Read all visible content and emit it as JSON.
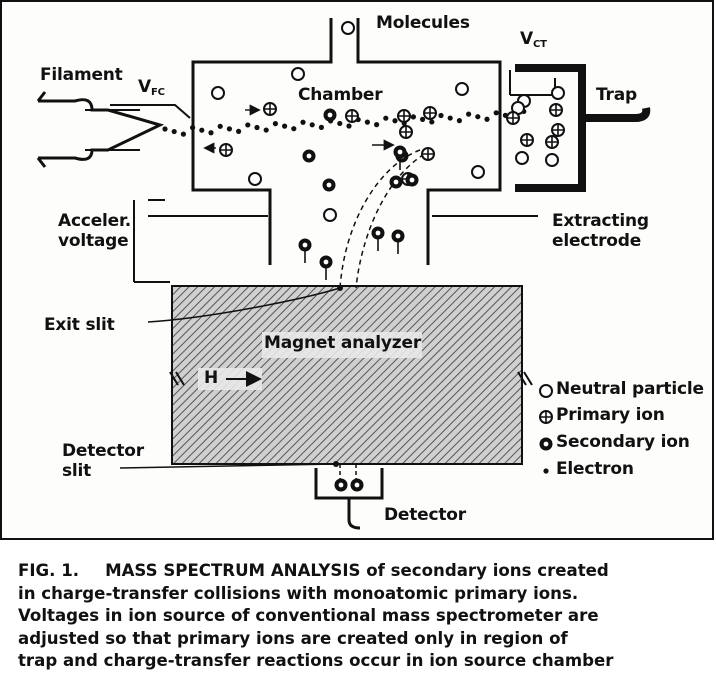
{
  "labels": {
    "molecules": "Molecules",
    "filament": "Filament",
    "vfc": {
      "main": "V",
      "sub": "FC"
    },
    "vct": {
      "main": "V",
      "sub": "CT"
    },
    "chamber": "Chamber",
    "trap": "Trap",
    "acceler_voltage": [
      "Acceler.",
      "voltage"
    ],
    "extracting_electrode": [
      "Extracting",
      "electrode"
    ],
    "exit_slit": "Exit slit",
    "magnet_analyzer": "Magnet analyzer",
    "h_field": "H",
    "detector_slit": [
      "Detector",
      "slit"
    ],
    "detector": "Detector"
  },
  "legend": [
    {
      "symbol": "neutral",
      "label": "Neutral particle"
    },
    {
      "symbol": "primary",
      "label": "Primary ion"
    },
    {
      "symbol": "secondary",
      "label": "Secondary ion"
    },
    {
      "symbol": "electron",
      "label": "Electron"
    }
  ],
  "caption": {
    "label": "FIG. 1.",
    "lines": [
      "MASS SPECTRUM ANALYSIS of secondary ions created",
      "in charge-transfer collisions with monoatomic primary ions.",
      "Voltages in ion source of conventional mass spectrometer are",
      "adjusted so that primary ions are created only in region of",
      "trap and charge-transfer reactions occur in ion source chamber"
    ]
  }
}
